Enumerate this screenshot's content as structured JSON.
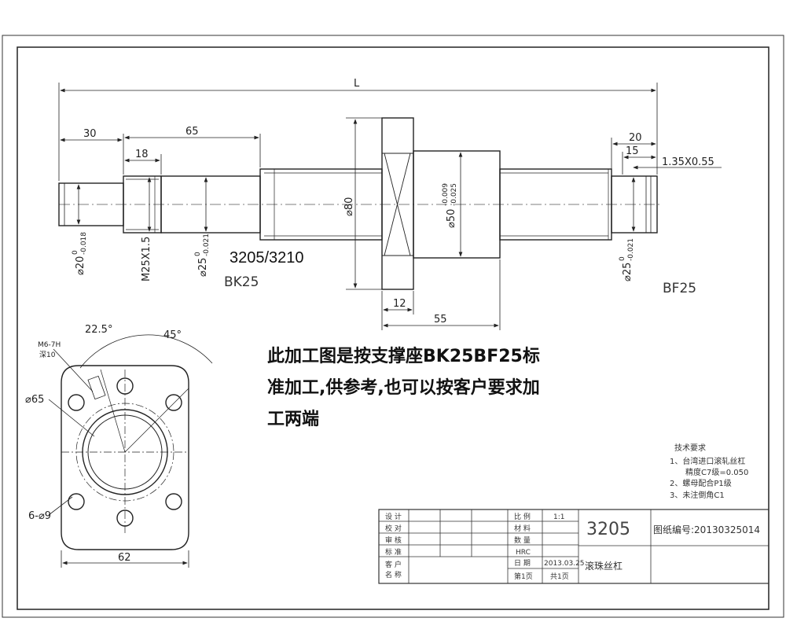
{
  "drawing": {
    "overall_length": "L",
    "dim_30": "30",
    "dim_65": "65",
    "dim_18": "18",
    "dim_20": "20",
    "dim_15": "15",
    "dim_12": "12",
    "dim_55": "55",
    "groove": "1.35X0.55",
    "dia_20": "⌀20",
    "tol_20": "-0.018",
    "thread": "M25X1.5",
    "dia_25_left": "⌀25",
    "tol_25": "-0.021",
    "dia_80": "⌀80",
    "dia_50": "⌀50",
    "tol_50_upper": "-0.009",
    "tol_50_lower": "-0.025",
    "dia_25_right": "⌀25",
    "zero": "0",
    "model": "3205/3210",
    "left_support": "BK25",
    "right_support": "BF25"
  },
  "flange": {
    "angle_a": "22.5°",
    "angle_b": "45°",
    "tap": "M6-7H",
    "tap_depth": "深10",
    "pcd": "⌀65",
    "holes": "6-⌀9",
    "width": "62"
  },
  "note": {
    "line1": "此加工图是按支撑座BK25BF25标",
    "line2": "准加工,供参考,也可以按客户要求加",
    "line3": "工两端"
  },
  "requirements": {
    "title": "技术要求",
    "item1": "1、台湾进口滚轧丝杠",
    "item1b": "精度C7级=0.050",
    "item2": "2、螺母配合P1级",
    "item3": "3、未注倒角C1"
  },
  "title_block": {
    "design": "设 计",
    "check": "校 对",
    "review": "审 核",
    "standard": "标 准",
    "customer": "客 户",
    "name": "名 称",
    "scale_label": "比 例",
    "scale": "1:1",
    "material_label": "材 料",
    "quantity_label": "数 量",
    "hardness_label": "HRC",
    "date_label": "日 期",
    "date": "2013.03.25",
    "sheet": "第1页",
    "total": "共1页",
    "part_number": "3205",
    "drawing_no": "图纸编号:20130325014",
    "part_name": "滚珠丝杠"
  }
}
